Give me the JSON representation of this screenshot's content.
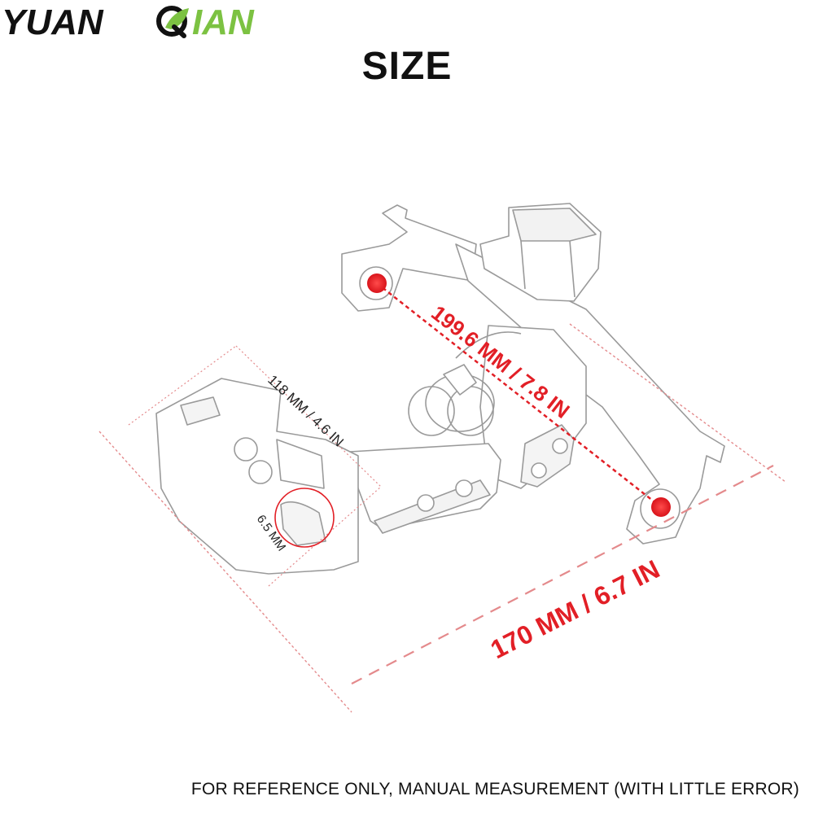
{
  "brand": {
    "wordmark": "YUANQIAN",
    "wordmark_part1": "YUAN",
    "wordmark_part2": "IAN",
    "leaf_color": "#7cc242",
    "text_color": "#111111"
  },
  "title": "SIZE",
  "dimensions": {
    "diagonal": "199.6 MM / 7.8 IN",
    "length": "170 MM / 6.7 IN",
    "plate_width": "118 MM / 4.6 IN",
    "slot": "6.5 MM"
  },
  "accent_color": "#e21f26",
  "footnote": "FOR REFERENCE ONLY, MANUAL MEASUREMENT (WITH LITTLE ERROR)"
}
